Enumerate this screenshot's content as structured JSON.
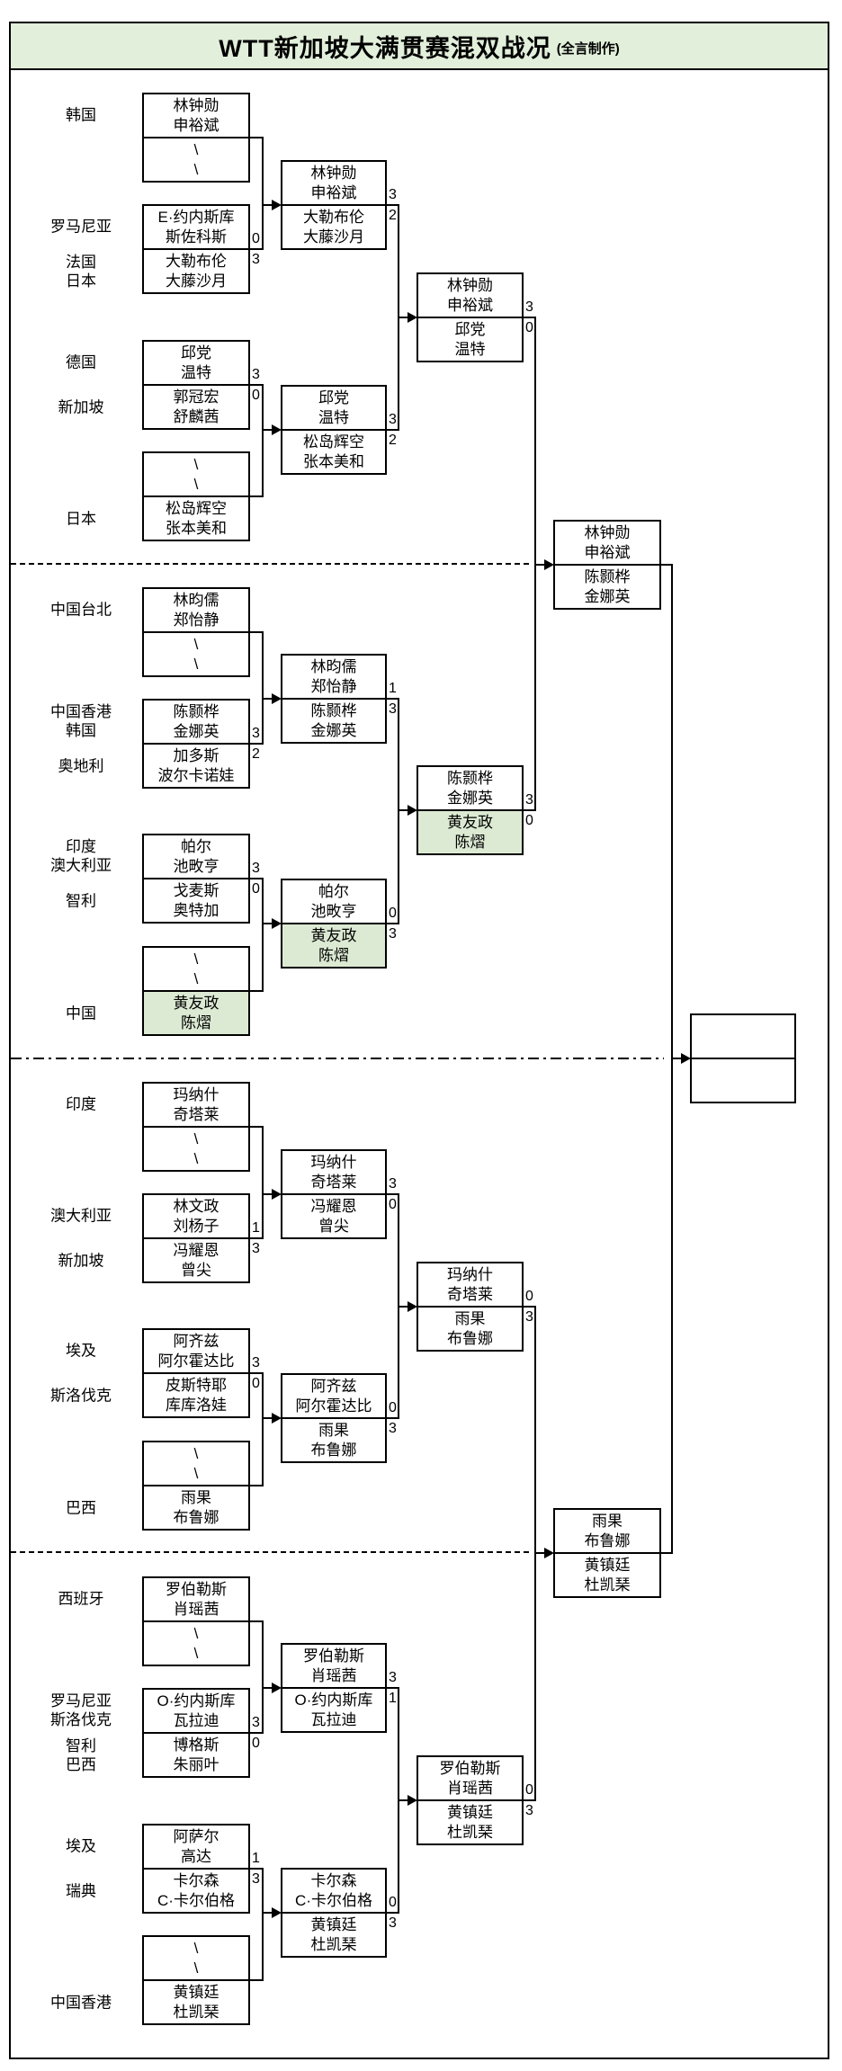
{
  "title": {
    "main": "WTT新加坡大满贯赛混双战况",
    "credit": "(全言制作)"
  },
  "colors": {
    "title_bg": "#e2efda",
    "highlight": "#dcead3",
    "line": "#000000"
  },
  "bye_glyph": "\\",
  "quarters": [
    {
      "r1": [
        {
          "top": {
            "country": [
              "韩国"
            ],
            "names": [
              "林钟勋",
              "申裕斌"
            ]
          },
          "bottom": {
            "bye": true
          },
          "scores": [
            null,
            null
          ]
        },
        {
          "top": {
            "country": [
              "罗马尼亚"
            ],
            "names": [
              "E·约内斯库",
              "斯佐科斯"
            ]
          },
          "bottom": {
            "country": [
              "法国",
              "日本"
            ],
            "names": [
              "大勒布伦",
              "大藤沙月"
            ]
          },
          "scores": [
            "0",
            "3"
          ]
        },
        {
          "top": {
            "country": [
              "德国"
            ],
            "names": [
              "邱党",
              "温特"
            ]
          },
          "bottom": {
            "country": [
              "新加坡"
            ],
            "names": [
              "郭冠宏",
              "舒麟茜"
            ]
          },
          "scores": [
            "3",
            "0"
          ]
        },
        {
          "top": {
            "bye": true
          },
          "bottom": {
            "country": [
              "日本"
            ],
            "names": [
              "松岛辉空",
              "张本美和"
            ]
          },
          "scores": [
            null,
            null
          ]
        }
      ],
      "r2": [
        {
          "top": {
            "names": [
              "林钟勋",
              "申裕斌"
            ]
          },
          "bottom": {
            "names": [
              "大勒布伦",
              "大藤沙月"
            ]
          },
          "scores": [
            "3",
            "2"
          ]
        },
        {
          "top": {
            "names": [
              "邱党",
              "温特"
            ]
          },
          "bottom": {
            "names": [
              "松岛辉空",
              "张本美和"
            ]
          },
          "scores": [
            "3",
            "2"
          ]
        }
      ],
      "qf": {
        "top": {
          "names": [
            "林钟勋",
            "申裕斌"
          ]
        },
        "bottom": {
          "names": [
            "邱党",
            "温特"
          ]
        },
        "scores": [
          "3",
          "0"
        ]
      }
    },
    {
      "r1": [
        {
          "top": {
            "country": [
              "中国台北"
            ],
            "names": [
              "林昀儒",
              "郑怡静"
            ]
          },
          "bottom": {
            "bye": true
          },
          "scores": [
            null,
            null
          ]
        },
        {
          "top": {
            "country": [
              "中国香港",
              "韩国"
            ],
            "names": [
              "陈颢桦",
              "金娜英"
            ]
          },
          "bottom": {
            "country": [
              "奥地利"
            ],
            "names": [
              "加多斯",
              "波尔卡诺娃"
            ]
          },
          "scores": [
            "3",
            "2"
          ]
        },
        {
          "top": {
            "country": [
              "印度",
              "澳大利亚"
            ],
            "names": [
              "帕尔",
              "池畋亨"
            ]
          },
          "bottom": {
            "country": [
              "智利"
            ],
            "names": [
              "戈麦斯",
              "奥特加"
            ]
          },
          "scores": [
            "3",
            "0"
          ]
        },
        {
          "top": {
            "bye": true
          },
          "bottom": {
            "country": [
              "中国"
            ],
            "names": [
              "黄友政",
              "陈熠"
            ],
            "highlight": true
          },
          "scores": [
            null,
            null
          ]
        }
      ],
      "r2": [
        {
          "top": {
            "names": [
              "林昀儒",
              "郑怡静"
            ]
          },
          "bottom": {
            "names": [
              "陈颢桦",
              "金娜英"
            ]
          },
          "scores": [
            "1",
            "3"
          ]
        },
        {
          "top": {
            "names": [
              "帕尔",
              "池畋亨"
            ]
          },
          "bottom": {
            "names": [
              "黄友政",
              "陈熠"
            ],
            "highlight": true
          },
          "scores": [
            "0",
            "3"
          ]
        }
      ],
      "qf": {
        "top": {
          "names": [
            "陈颢桦",
            "金娜英"
          ]
        },
        "bottom": {
          "names": [
            "黄友政",
            "陈熠"
          ],
          "highlight": true
        },
        "scores": [
          "3",
          "0"
        ]
      }
    },
    {
      "r1": [
        {
          "top": {
            "country": [
              "印度"
            ],
            "names": [
              "玛纳什",
              "奇塔莱"
            ]
          },
          "bottom": {
            "bye": true
          },
          "scores": [
            null,
            null
          ]
        },
        {
          "top": {
            "country": [
              "澳大利亚"
            ],
            "names": [
              "林文政",
              "刘杨子"
            ]
          },
          "bottom": {
            "country": [
              "新加坡"
            ],
            "names": [
              "冯耀恩",
              "曾尖"
            ]
          },
          "scores": [
            "1",
            "3"
          ]
        },
        {
          "top": {
            "country": [
              "埃及"
            ],
            "names": [
              "阿齐兹",
              "阿尔霍达比"
            ]
          },
          "bottom": {
            "country": [
              "斯洛伐克"
            ],
            "names": [
              "皮斯特耶",
              "库库洛娃"
            ]
          },
          "scores": [
            "3",
            "0"
          ]
        },
        {
          "top": {
            "bye": true
          },
          "bottom": {
            "country": [
              "巴西"
            ],
            "names": [
              "雨果",
              "布鲁娜"
            ]
          },
          "scores": [
            null,
            null
          ]
        }
      ],
      "r2": [
        {
          "top": {
            "names": [
              "玛纳什",
              "奇塔莱"
            ]
          },
          "bottom": {
            "names": [
              "冯耀恩",
              "曾尖"
            ]
          },
          "scores": [
            "3",
            "0"
          ]
        },
        {
          "top": {
            "names": [
              "阿齐兹",
              "阿尔霍达比"
            ]
          },
          "bottom": {
            "names": [
              "雨果",
              "布鲁娜"
            ]
          },
          "scores": [
            "0",
            "3"
          ]
        }
      ],
      "qf": {
        "top": {
          "names": [
            "玛纳什",
            "奇塔莱"
          ]
        },
        "bottom": {
          "names": [
            "雨果",
            "布鲁娜"
          ]
        },
        "scores": [
          "0",
          "3"
        ]
      }
    },
    {
      "r1": [
        {
          "top": {
            "country": [
              "西班牙"
            ],
            "names": [
              "罗伯勒斯",
              "肖瑶茜"
            ]
          },
          "bottom": {
            "bye": true
          },
          "scores": [
            null,
            null
          ]
        },
        {
          "top": {
            "country": [
              "罗马尼亚",
              "斯洛伐克"
            ],
            "names": [
              "O·约内斯库",
              "瓦拉迪"
            ]
          },
          "bottom": {
            "country": [
              "智利",
              "巴西"
            ],
            "names": [
              "博格斯",
              "朱丽叶"
            ]
          },
          "scores": [
            "3",
            "0"
          ]
        },
        {
          "top": {
            "country": [
              "埃及"
            ],
            "names": [
              "阿萨尔",
              "高达"
            ]
          },
          "bottom": {
            "country": [
              "瑞典"
            ],
            "names": [
              "卡尔森",
              "C·卡尔伯格"
            ]
          },
          "scores": [
            "1",
            "3"
          ]
        },
        {
          "top": {
            "bye": true
          },
          "bottom": {
            "country": [
              "中国香港"
            ],
            "names": [
              "黄镇廷",
              "杜凯琹"
            ]
          },
          "scores": [
            null,
            null
          ]
        }
      ],
      "r2": [
        {
          "top": {
            "names": [
              "罗伯勒斯",
              "肖瑶茜"
            ]
          },
          "bottom": {
            "names": [
              "O·约内斯库",
              "瓦拉迪"
            ]
          },
          "scores": [
            "3",
            "1"
          ]
        },
        {
          "top": {
            "names": [
              "卡尔森",
              "C·卡尔伯格"
            ]
          },
          "bottom": {
            "names": [
              "黄镇廷",
              "杜凯琹"
            ]
          },
          "scores": [
            "0",
            "3"
          ]
        }
      ],
      "qf": {
        "top": {
          "names": [
            "罗伯勒斯",
            "肖瑶茜"
          ]
        },
        "bottom": {
          "names": [
            "黄镇廷",
            "杜凯琹"
          ]
        },
        "scores": [
          "0",
          "3"
        ]
      }
    }
  ],
  "semifinals": [
    {
      "top": {
        "names": [
          "林钟勋",
          "申裕斌"
        ]
      },
      "bottom": {
        "names": [
          "陈颢桦",
          "金娜英"
        ]
      },
      "scores": [
        null,
        null
      ]
    },
    {
      "top": {
        "names": [
          "雨果",
          "布鲁娜"
        ]
      },
      "bottom": {
        "names": [
          "黄镇廷",
          "杜凯琹"
        ]
      },
      "scores": [
        null,
        null
      ]
    }
  ],
  "final": {
    "top": {
      "names": []
    },
    "bottom": {
      "names": []
    },
    "scores": [
      null,
      null
    ]
  }
}
